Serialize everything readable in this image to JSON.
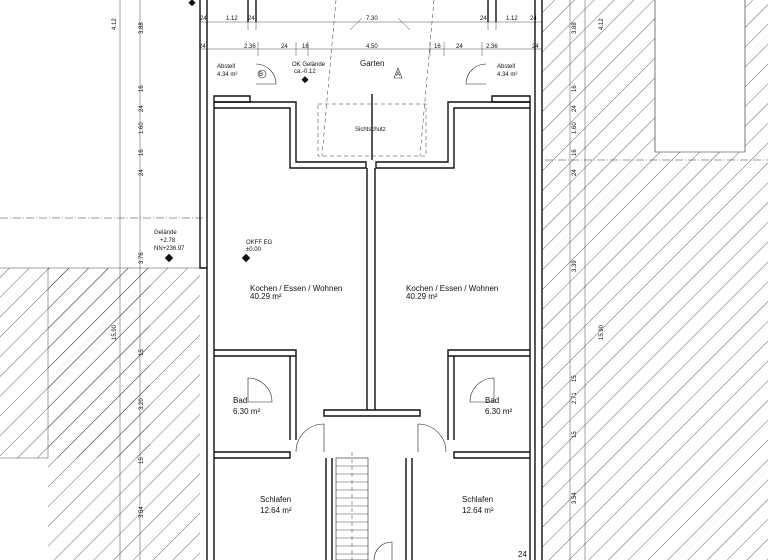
{
  "rooms": {
    "abstell_left": {
      "name": "Abstell",
      "area": "4.34 m²"
    },
    "abstell_right": {
      "name": "Abstell",
      "area": "4.34 m²"
    },
    "garten": {
      "name": "Garten"
    },
    "sichtschutz": {
      "name": "Sichtschutz"
    },
    "ok_gelaende": {
      "line1": "OK Gelände",
      "line2": "ca.-0.12"
    },
    "okff": {
      "line1": "OKFF EG",
      "line2": "±0.00"
    },
    "gelaende": {
      "line1": "Gelände",
      "line2": "+2.78",
      "line3": "NN+236.97"
    },
    "kochen_left": {
      "name": "Kochen / Essen / Wohnen",
      "area": "40.29 m²"
    },
    "kochen_right": {
      "name": "Kochen / Essen / Wohnen",
      "area": "40.29 m²"
    },
    "bad_left": {
      "name": "Bad",
      "area": "6.30 m²"
    },
    "bad_right": {
      "name": "Bad",
      "area": "6.30 m²"
    },
    "schlafen_left": {
      "name": "Schlafen",
      "area": "12.64 m²"
    },
    "schlafen_right": {
      "name": "Schlafen",
      "area": "12.64 m²"
    }
  },
  "markers": {
    "section_b": "B",
    "section_a": "A"
  },
  "dims_top_row1": [
    "24",
    "1.12",
    "24",
    "7.30",
    "24",
    "1.12",
    "24"
  ],
  "dims_top_row2": [
    "24",
    "2.36",
    "24",
    "16",
    "4.50",
    "16",
    "24",
    "2.36",
    "24"
  ],
  "dims_left": [
    "4.12",
    "3.88",
    "16",
    "24",
    "1.60",
    "16",
    "24",
    "3.76",
    "15.90",
    "15",
    "3.20",
    "15",
    "3.54"
  ],
  "dims_right": [
    "4.12",
    "3.88",
    "16",
    "24",
    "1.60",
    "16",
    "24",
    "3.39",
    "15.90",
    "15",
    "2.71",
    "15",
    "3.54"
  ],
  "dim_bottom": "24"
}
